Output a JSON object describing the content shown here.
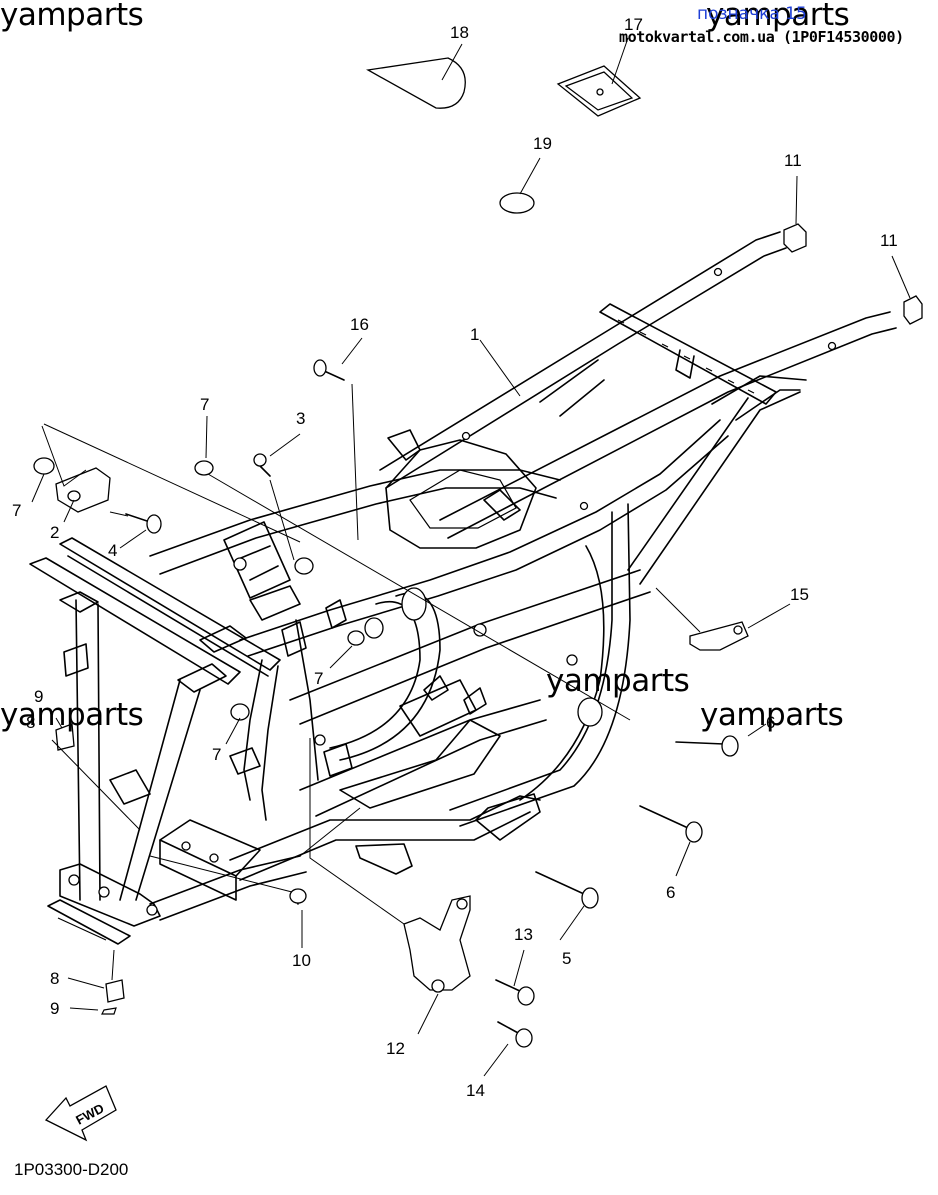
{
  "header": {
    "label_blue": "позначка 15",
    "source": "motokvartal.com.ua (1P0F14530000)"
  },
  "watermark_text": "yamparts",
  "diagram_code": "1P03300-D200",
  "fwd_label": "FWD",
  "callouts": {
    "c1": "1",
    "c2": "2",
    "c3": "3",
    "c4": "4",
    "c5": "5",
    "c6a": "6",
    "c6b": "6",
    "c7a": "7",
    "c7b": "7",
    "c7c": "7",
    "c7d": "7",
    "c8a": "8",
    "c8b": "8",
    "c9a": "9",
    "c9b": "9",
    "c10": "10",
    "c11a": "11",
    "c11b": "11",
    "c12": "12",
    "c13": "13",
    "c14": "14",
    "c15": "15",
    "c16": "16",
    "c17": "17",
    "c18": "18",
    "c19": "19"
  }
}
